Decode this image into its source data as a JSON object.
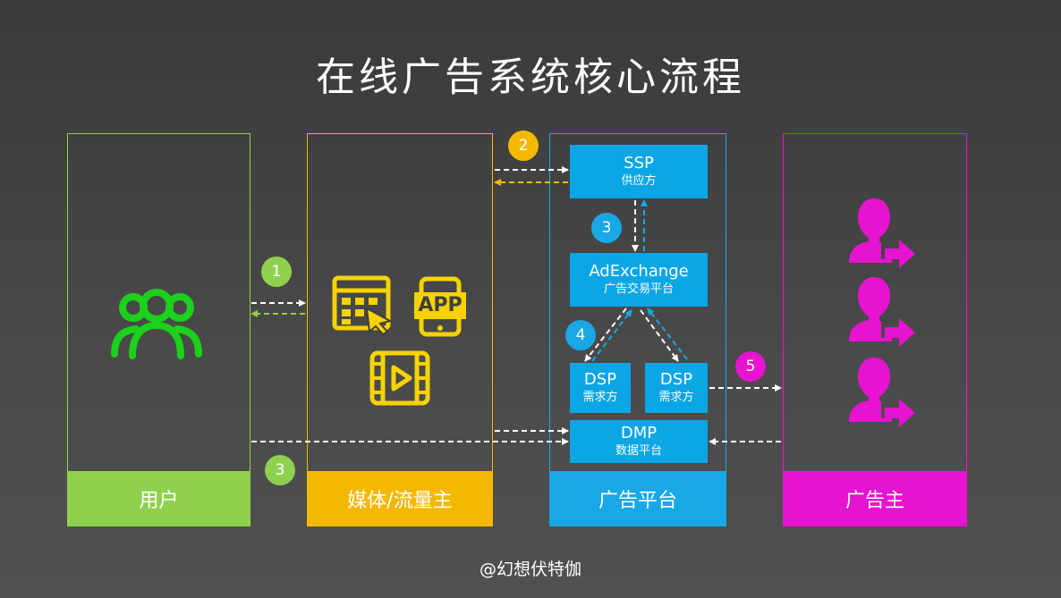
{
  "title": "在线广告系统核心流程",
  "columns": {
    "users": "用户",
    "media": "媒体/流量主",
    "platform": "广告平台",
    "advertiser": "广告主"
  },
  "boxes": {
    "ssp": {
      "main": "SSP",
      "sub": "供应方"
    },
    "adx": {
      "main": "AdExchange",
      "sub": "广告交易平台"
    },
    "dsp1": {
      "main": "DSP",
      "sub": "需求方"
    },
    "dsp2": {
      "main": "DSP",
      "sub": "需求方"
    },
    "dmp": {
      "main": "DMP",
      "sub": "数据平台"
    }
  },
  "app_icon_text": "APP",
  "badges": {
    "b1": "1",
    "b2": "2",
    "b3_platform": "3",
    "b3_bottom": "3",
    "b4": "4",
    "b5": "5"
  },
  "colors": {
    "green": "#8fd14f",
    "bright_green": "#1bd11b",
    "yellow": "#f5b800",
    "blue": "#19a7e6",
    "magenta": "#e613d0",
    "media_icon": "#f5d300"
  },
  "watermark": "@幻想伏特伽"
}
